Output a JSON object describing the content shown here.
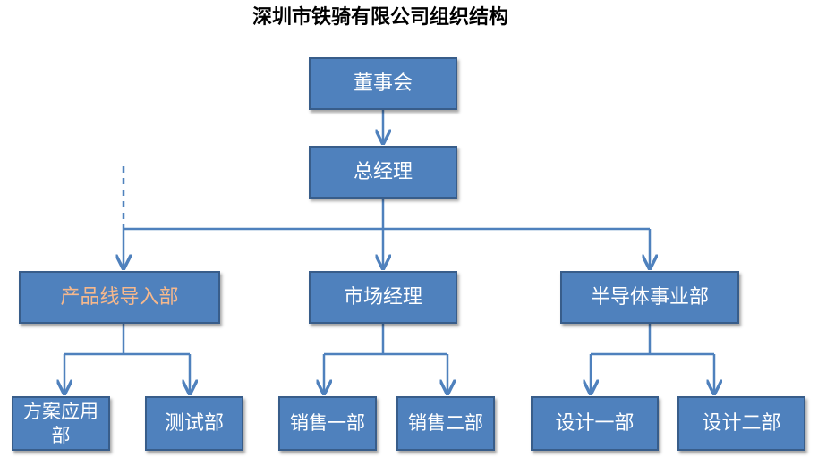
{
  "title": "深圳市铁骑有限公司组织结构",
  "nodes": {
    "board": "董事会",
    "gm": "总经理",
    "product_line": "产品线导入部",
    "market_manager": "市场经理",
    "semiconductor": "半导体事业部",
    "solution_app": "方案应用部",
    "test": "测试部",
    "sales_one": "销售一部",
    "sales_two": "销售二部",
    "design_one": "设计一部",
    "design_two": "设计二部"
  },
  "colors": {
    "box_fill": "#4f81bd",
    "box_border": "#385d8a",
    "connector": "#4f81bd",
    "highlight_text": "#f6b88c"
  }
}
